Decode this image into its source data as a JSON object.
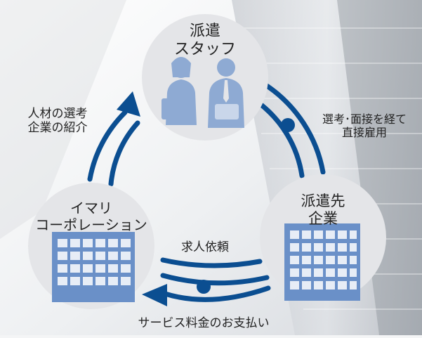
{
  "nodes": {
    "staff": {
      "line1": "派遣",
      "line2": "スタッフ"
    },
    "imari": {
      "line1": "イマリ",
      "line2": "コーポレーション"
    },
    "client": {
      "line1": "派遣先",
      "line2": "企業"
    }
  },
  "flows": {
    "introduce": {
      "line1": "人材の選考",
      "line2": "企業の紹介"
    },
    "hire": {
      "line1": "選考･面接を経て",
      "line2": "直接雇用"
    },
    "request": "求人依頼",
    "payment": "サービス料金のお支払い"
  },
  "colors": {
    "arrow": "#0b4e91",
    "node_fill": "#e4e5e8",
    "figure": "#8eaad3",
    "building_fill": "#6a90c8",
    "building_window": "#e7edf6",
    "background_building": "#c9ccd1"
  }
}
